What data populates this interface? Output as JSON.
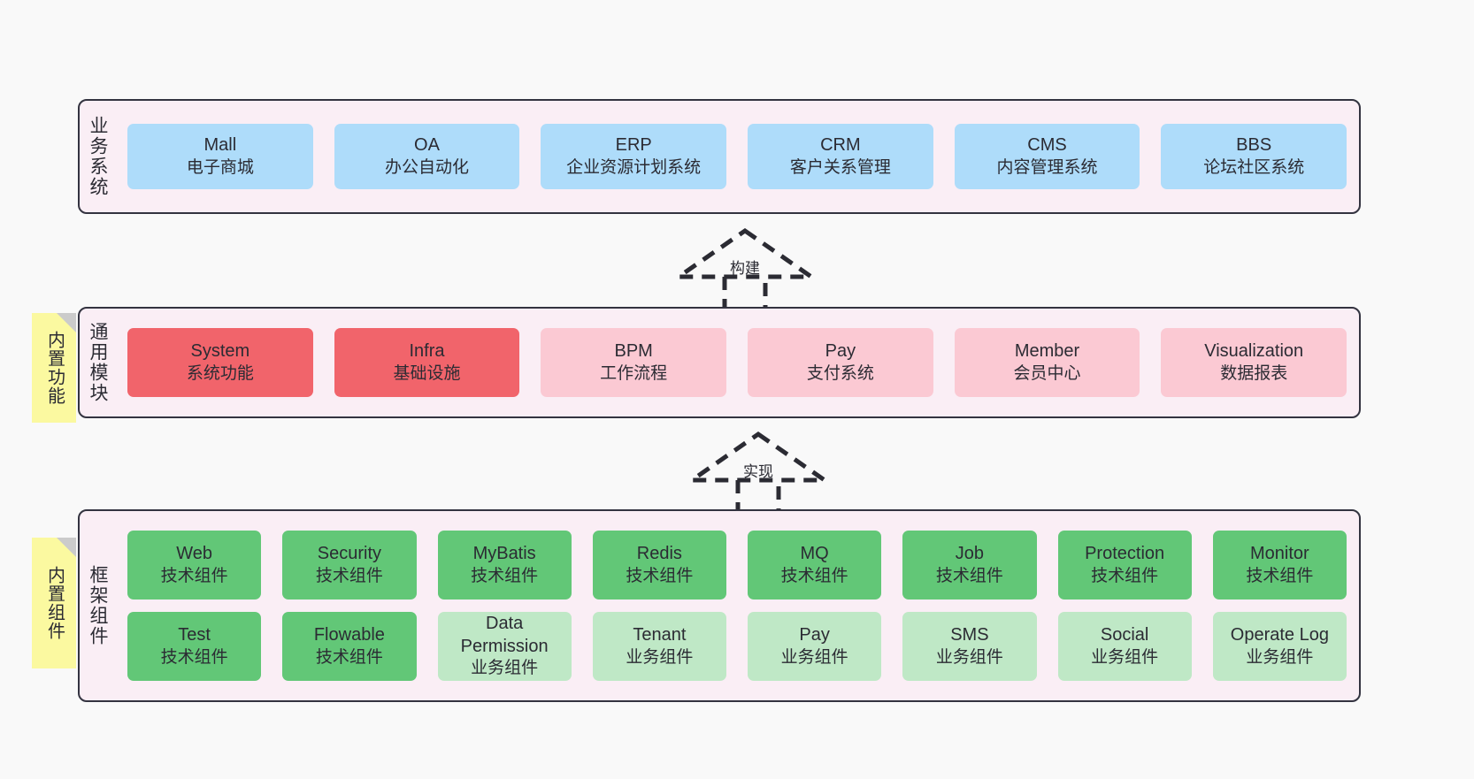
{
  "diagram": {
    "background": "#f9f9f9",
    "panel_bg": "#faeef5",
    "panel_border": "#333340",
    "note_bg": "#fbf9a0",
    "note_fold": "#cbcbcb"
  },
  "notes": [
    {
      "id": "builtin-function",
      "label": "内置功能"
    },
    {
      "id": "builtin-component",
      "label": "内置组件"
    }
  ],
  "arrows": [
    {
      "id": "build",
      "label": "构建",
      "style": "dashed-hollow-triangle"
    },
    {
      "id": "implement",
      "label": "实现",
      "style": "dashed-hollow-triangle"
    }
  ],
  "layers": [
    {
      "id": "business-system",
      "title": "业务系统",
      "rows": [
        {
          "cards": [
            {
              "en": "Mall",
              "cn": "电子商城",
              "color": "#aedcfa"
            },
            {
              "en": "OA",
              "cn": "办公自动化",
              "color": "#aedcfa"
            },
            {
              "en": "ERP",
              "cn": "企业资源计划系统",
              "color": "#aedcfa"
            },
            {
              "en": "CRM",
              "cn": "客户关系管理",
              "color": "#aedcfa"
            },
            {
              "en": "CMS",
              "cn": "内容管理系统",
              "color": "#aedcfa"
            },
            {
              "en": "BBS",
              "cn": "论坛社区系统",
              "color": "#aedcfa"
            }
          ]
        }
      ]
    },
    {
      "id": "common-module",
      "title": "通用模块",
      "rows": [
        {
          "cards": [
            {
              "en": "System",
              "cn": "系统功能",
              "color": "#f1646b"
            },
            {
              "en": "Infra",
              "cn": "基础设施",
              "color": "#f1646b"
            },
            {
              "en": "BPM",
              "cn": "工作流程",
              "color": "#fbc9d3"
            },
            {
              "en": "Pay",
              "cn": "支付系统",
              "color": "#fbc9d3"
            },
            {
              "en": "Member",
              "cn": "会员中心",
              "color": "#fbc9d3"
            },
            {
              "en": "Visualization",
              "cn": "数据报表",
              "color": "#fbc9d3"
            }
          ]
        }
      ]
    },
    {
      "id": "framework-component",
      "title": "框架组件",
      "rows": [
        {
          "cards": [
            {
              "en": "Web",
              "cn": "技术组件",
              "color": "#62c777"
            },
            {
              "en": "Security",
              "cn": "技术组件",
              "color": "#62c777"
            },
            {
              "en": "MyBatis",
              "cn": "技术组件",
              "color": "#62c777"
            },
            {
              "en": "Redis",
              "cn": "技术组件",
              "color": "#62c777"
            },
            {
              "en": "MQ",
              "cn": "技术组件",
              "color": "#62c777"
            },
            {
              "en": "Job",
              "cn": "技术组件",
              "color": "#62c777"
            },
            {
              "en": "Protection",
              "cn": "技术组件",
              "color": "#62c777"
            },
            {
              "en": "Monitor",
              "cn": "技术组件",
              "color": "#62c777"
            }
          ]
        },
        {
          "cards": [
            {
              "en": "Test",
              "cn": "技术组件",
              "color": "#62c777"
            },
            {
              "en": "Flowable",
              "cn": "技术组件",
              "color": "#62c777"
            },
            {
              "en": "Data Permission",
              "cn": "业务组件",
              "color": "#bfe8c6"
            },
            {
              "en": "Tenant",
              "cn": "业务组件",
              "color": "#bfe8c6"
            },
            {
              "en": "Pay",
              "cn": "业务组件",
              "color": "#bfe8c6"
            },
            {
              "en": "SMS",
              "cn": "业务组件",
              "color": "#bfe8c6"
            },
            {
              "en": "Social",
              "cn": "业务组件",
              "color": "#bfe8c6"
            },
            {
              "en": "Operate Log",
              "cn": "业务组件",
              "color": "#bfe8c6"
            }
          ]
        }
      ]
    }
  ]
}
